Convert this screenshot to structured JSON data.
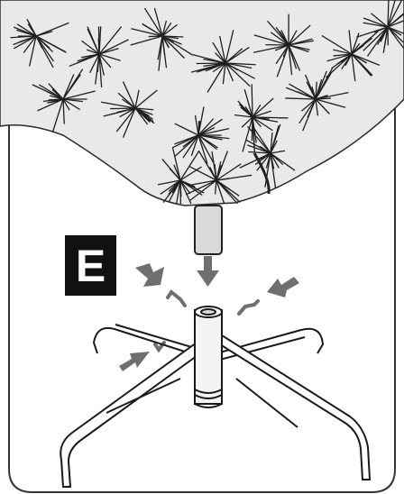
{
  "step": {
    "label": "E"
  },
  "colors": {
    "ink": "#1a1a1a",
    "arrow": "#6f6f6f",
    "post": "#d9d9d9",
    "panel_border": "#333333"
  },
  "icons": [
    "tree-branches-illustration",
    "trunk-pole",
    "down-arrow-icon",
    "tree-stand-illustration",
    "screw-bolt-icon",
    "insert-arrow-icon"
  ]
}
